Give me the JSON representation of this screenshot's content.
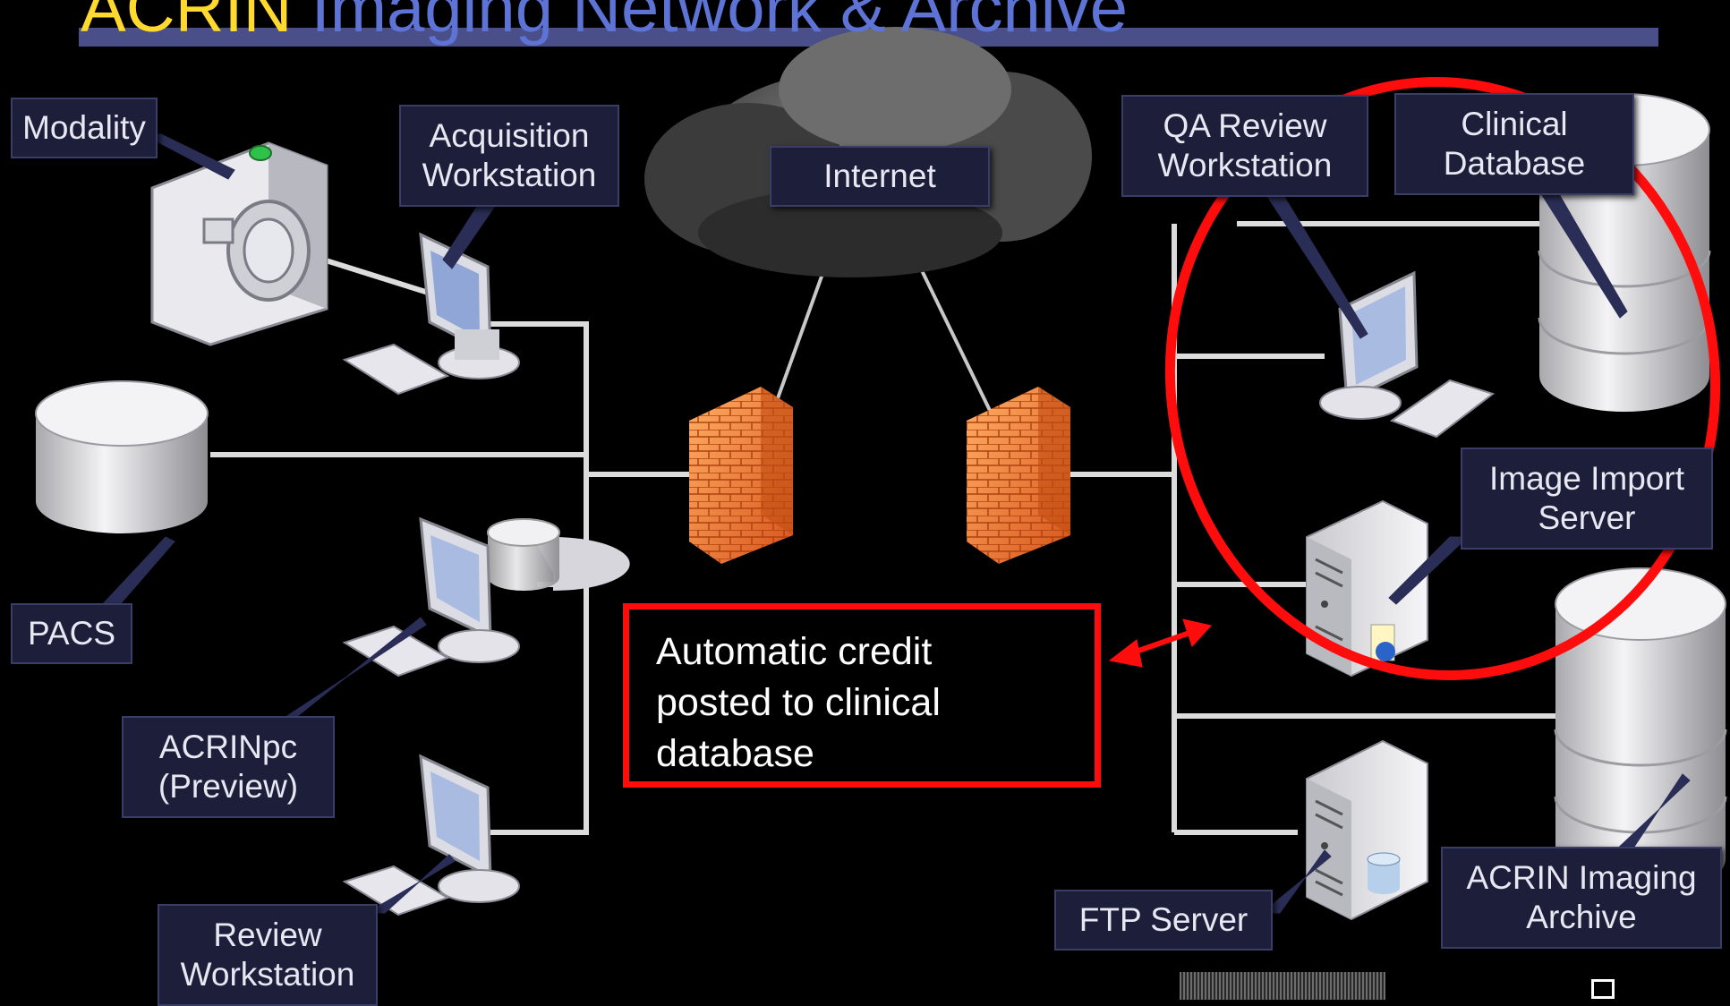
{
  "title": {
    "highlight": "ACRIN",
    "rest": " Imaging Network & Archive"
  },
  "labels": {
    "modality": [
      "Modality"
    ],
    "acquisition_workstation": [
      "Acquisition",
      "Workstation"
    ],
    "internet": [
      "Internet"
    ],
    "qa_review_workstation": [
      "QA Review",
      "Workstation"
    ],
    "clinical_database": [
      "Clinical",
      "Database"
    ],
    "pacs": [
      "PACS"
    ],
    "acrinpc_preview": [
      "ACRINpc",
      "(Preview)"
    ],
    "review_workstation": [
      "Review",
      "Workstation"
    ],
    "image_import_server": [
      "Image Import",
      "Server"
    ],
    "ftp_server": [
      "FTP Server"
    ],
    "acrin_imaging_archive": [
      "ACRIN Imaging",
      "Archive"
    ]
  },
  "callout": [
    "Automatic credit",
    "posted to clinical",
    "database"
  ],
  "colors": {
    "background": "#000000",
    "label_fill": "#1c1e3a",
    "highlight_red": "#ff0d0d",
    "firewall_orange": "#f07a2a",
    "title_yellow": "#ffd92e",
    "title_blue": "#5d74d6",
    "title_rule": "#4a4f8a"
  },
  "icons": {
    "modality": "camera-icon",
    "workstation": "monitor-icon",
    "keyboard": "keyboard-icon",
    "database": "database-cylinder-icon",
    "firewall": "firewall-icon",
    "server": "server-tower-icon",
    "cloud": "cloud-icon"
  }
}
